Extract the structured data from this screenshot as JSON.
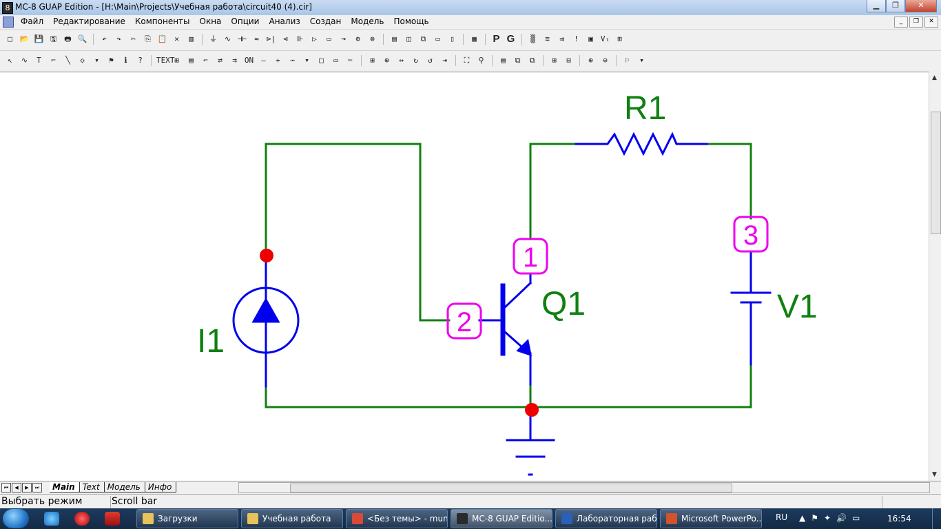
{
  "window": {
    "title": "MC-8 GUAP Edition - [H:\\Main\\Projects\\Учебная работа\\circuit40 (4).cir]",
    "app_icon": "8"
  },
  "window_buttons": {
    "minimize": "▁",
    "restore": "❐",
    "close": "✕"
  },
  "menu": [
    "Файл",
    "Редактирование",
    "Компоненты",
    "Окна",
    "Опции",
    "Анализ",
    "Создан",
    "Модель",
    "Помощь"
  ],
  "mdi_buttons": [
    "_",
    "❐",
    "✕"
  ],
  "toolbar1": [
    "□",
    "📂",
    "💾",
    "🖫",
    "🖶",
    "🔍",
    "|",
    "↶",
    "↷",
    "✂",
    "⎘",
    "📋",
    "✕",
    "▥",
    "|",
    "⏚",
    "∿",
    "⊣⊢",
    "≈",
    "⊳|",
    "⊲",
    "⊪",
    "▷",
    "▭",
    "⊸",
    "⊕",
    "⊗",
    "|",
    "▤",
    "◫",
    "⧉",
    "▭",
    "▯",
    "|",
    "▦",
    "|",
    "P",
    "G",
    "|",
    "▒",
    "≋",
    "⇉",
    "!",
    "▣",
    "Vₜ",
    "⊞"
  ],
  "toolbar2": [
    "↖",
    "∿",
    "T",
    "⌐",
    "╲",
    "◇",
    "▾",
    "⚑",
    "ℹ",
    "?",
    "|",
    "TEXT",
    "⊞",
    "▤",
    "⌐",
    "⇄",
    "⇉",
    "ON",
    "—",
    "+",
    "⋯",
    "▾",
    "□",
    "▭",
    "✂",
    "|",
    "⊞",
    "⊕",
    "↔",
    "↻",
    "↺",
    "⇥",
    "|",
    "⛶",
    "⚲",
    "|",
    "▤",
    "⧉",
    "⧉",
    "|",
    "⊞",
    "⊟",
    "|",
    "⊕",
    "⊖",
    "|",
    "⚐",
    "▾"
  ],
  "schematic": {
    "labels": {
      "r1": "R1",
      "q1": "Q1",
      "i1": "I1",
      "v1": "V1"
    },
    "nodes": {
      "n1": "1",
      "n2": "2",
      "n3": "3"
    },
    "colors": {
      "wire": "#108010",
      "component": "#0000ee",
      "node_label": "#ee00ee",
      "junction": "#ee0000",
      "text": "#108010"
    }
  },
  "tabs": [
    "Main",
    "Text",
    "Модель",
    "Инфо"
  ],
  "tab_nav": [
    "⏮",
    "◀",
    "▶",
    "⏭"
  ],
  "status": {
    "mode": "Выбрать режим",
    "hint": "Scroll bar"
  },
  "taskbar": {
    "buttons": [
      {
        "label": "Загрузки",
        "color": "#e8c25a"
      },
      {
        "label": "Учебная работа",
        "color": "#e8c25a"
      },
      {
        "label": "<Без темы> - mun...",
        "color": "#d84a38"
      },
      {
        "label": "MC-8 GUAP Editio...",
        "color": "#2a2a2a"
      },
      {
        "label": "Лабораторная раб...",
        "color": "#2b5fb8"
      },
      {
        "label": "Microsoft PowerPo...",
        "color": "#d0532a"
      }
    ],
    "lang": "RU",
    "tray_icons": [
      "▲",
      "⚑",
      "✦",
      "🔊",
      "▭"
    ],
    "clock": "16:54"
  }
}
